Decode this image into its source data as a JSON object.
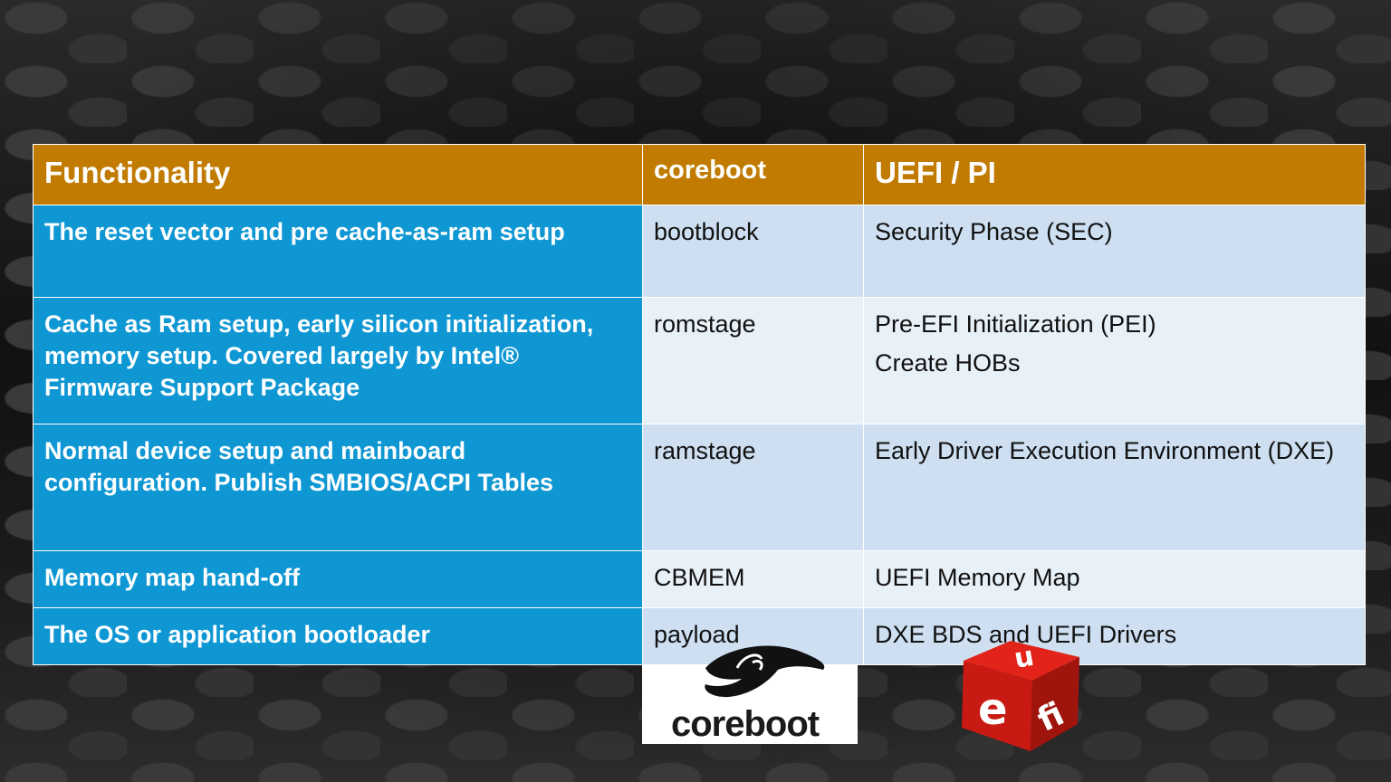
{
  "table": {
    "headers": [
      "Functionality",
      "coreboot",
      "UEFI / PI"
    ],
    "rows": [
      {
        "functionality": "The reset vector and pre cache-as-ram setup",
        "coreboot": "bootblock",
        "uefi": [
          "Security Phase (SEC)"
        ]
      },
      {
        "functionality": "Cache as Ram setup, early silicon initialization, memory setup.  Covered largely by Intel® Firmware Support Package",
        "coreboot": "romstage",
        "uefi": [
          "Pre-EFI Initialization (PEI)",
          "Create HOBs"
        ]
      },
      {
        "functionality": "Normal device setup and mainboard configuration. Publish SMBIOS/ACPI  Tables",
        "coreboot": "ramstage",
        "uefi": [
          "Early Driver Execution Environment (DXE)"
        ]
      },
      {
        "functionality": "Memory map hand-off",
        "coreboot": "CBMEM",
        "uefi": [
          "UEFI Memory Map"
        ]
      },
      {
        "functionality": "The OS or application bootloader",
        "coreboot": "payload",
        "uefi": [
          "DXE BDS and UEFI Drivers"
        ]
      }
    ]
  },
  "logos": {
    "coreboot": {
      "wordmark": "coreboot",
      "icon": "coreboot-rabbit-logo"
    },
    "uefi": {
      "letters": [
        "u",
        "e",
        "fi"
      ],
      "icon": "uefi-cube-logo"
    }
  },
  "colors": {
    "header_bg": "#c07b00",
    "functionality_bg": "#0f97d3",
    "cell_light": "#e8f0f8",
    "cell_medium": "#cddff1",
    "uefi_red": "#e2231a"
  }
}
